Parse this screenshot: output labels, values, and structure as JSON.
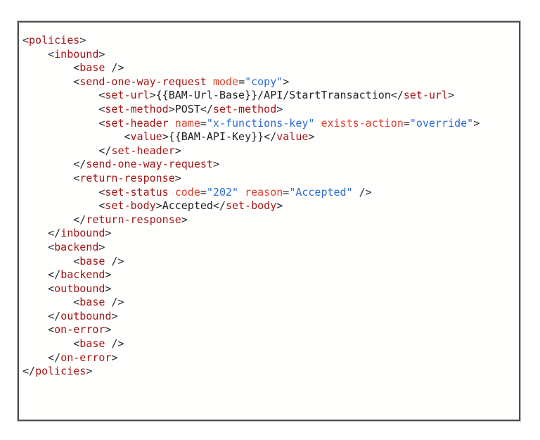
{
  "colors": {
    "border": "#4d4d4f",
    "border_outer": "#c4c4c4",
    "background": "#fffffe",
    "delimiter": "#2b2b2b",
    "element": "#a31515",
    "attribute": "#e0402e",
    "value": "#2b6bd4",
    "text": "#1f1f1f"
  },
  "code_block": {
    "language": "xml",
    "indent_unit_spaces": 4,
    "plain_text": "<policies>\n    <inbound>\n        <base />\n        <send-one-way-request mode=\"copy\">\n            <set-url>{{BAM-Url-Base}}/API/StartTransaction</set-url>\n            <set-method>POST</set-method>\n            <set-header name=\"x-functions-key\" exists-action=\"override\">\n                <value>{{BAM-API-Key}}</value>\n            </set-header>\n        </send-one-way-request>\n        <return-response>\n            <set-status code=\"202\" reason=\"Accepted\" />\n            <set-body>Accepted</set-body>\n        </return-response>\n    </inbound>\n    <backend>\n        <base />\n    </backend>\n    <outbound>\n        <base />\n    </outbound>\n    <on-error>\n        <base />\n    </on-error>\n</policies>",
    "lines": [
      {
        "indent": 0,
        "tokens": [
          {
            "t": "d",
            "s": "<"
          },
          {
            "t": "e",
            "s": "policies"
          },
          {
            "t": "d",
            "s": ">"
          }
        ]
      },
      {
        "indent": 1,
        "tokens": [
          {
            "t": "d",
            "s": "<"
          },
          {
            "t": "e",
            "s": "inbound"
          },
          {
            "t": "d",
            "s": ">"
          }
        ]
      },
      {
        "indent": 2,
        "tokens": [
          {
            "t": "d",
            "s": "<"
          },
          {
            "t": "e",
            "s": "base"
          },
          {
            "t": "d",
            "s": " />"
          }
        ]
      },
      {
        "indent": 2,
        "tokens": [
          {
            "t": "d",
            "s": "<"
          },
          {
            "t": "e",
            "s": "send-one-way-request"
          },
          {
            "t": "d",
            "s": " "
          },
          {
            "t": "a",
            "s": "mode"
          },
          {
            "t": "d",
            "s": "="
          },
          {
            "t": "v",
            "s": "\"copy\""
          },
          {
            "t": "d",
            "s": ">"
          }
        ]
      },
      {
        "indent": 3,
        "tokens": [
          {
            "t": "d",
            "s": "<"
          },
          {
            "t": "e",
            "s": "set-url"
          },
          {
            "t": "d",
            "s": ">"
          },
          {
            "t": "x",
            "s": "{{BAM-Url-Base}}/API/StartTransaction"
          },
          {
            "t": "d",
            "s": "</"
          },
          {
            "t": "e",
            "s": "set-url"
          },
          {
            "t": "d",
            "s": ">"
          }
        ]
      },
      {
        "indent": 3,
        "tokens": [
          {
            "t": "d",
            "s": "<"
          },
          {
            "t": "e",
            "s": "set-method"
          },
          {
            "t": "d",
            "s": ">"
          },
          {
            "t": "x",
            "s": "POST"
          },
          {
            "t": "d",
            "s": "</"
          },
          {
            "t": "e",
            "s": "set-method"
          },
          {
            "t": "d",
            "s": ">"
          }
        ]
      },
      {
        "indent": 3,
        "tokens": [
          {
            "t": "d",
            "s": "<"
          },
          {
            "t": "e",
            "s": "set-header"
          },
          {
            "t": "d",
            "s": " "
          },
          {
            "t": "a",
            "s": "name"
          },
          {
            "t": "d",
            "s": "="
          },
          {
            "t": "v",
            "s": "\"x-functions-key\""
          },
          {
            "t": "d",
            "s": " "
          },
          {
            "t": "a",
            "s": "exists-action"
          },
          {
            "t": "d",
            "s": "="
          },
          {
            "t": "v",
            "s": "\"override\""
          },
          {
            "t": "d",
            "s": ">"
          }
        ]
      },
      {
        "indent": 4,
        "tokens": [
          {
            "t": "d",
            "s": "<"
          },
          {
            "t": "e",
            "s": "value"
          },
          {
            "t": "d",
            "s": ">"
          },
          {
            "t": "x",
            "s": "{{BAM-API-Key}}"
          },
          {
            "t": "d",
            "s": "</"
          },
          {
            "t": "e",
            "s": "value"
          },
          {
            "t": "d",
            "s": ">"
          }
        ]
      },
      {
        "indent": 3,
        "tokens": [
          {
            "t": "d",
            "s": "</"
          },
          {
            "t": "e",
            "s": "set-header"
          },
          {
            "t": "d",
            "s": ">"
          }
        ]
      },
      {
        "indent": 2,
        "tokens": [
          {
            "t": "d",
            "s": "</"
          },
          {
            "t": "e",
            "s": "send-one-way-request"
          },
          {
            "t": "d",
            "s": ">"
          }
        ]
      },
      {
        "indent": 2,
        "tokens": [
          {
            "t": "d",
            "s": "<"
          },
          {
            "t": "e",
            "s": "return-response"
          },
          {
            "t": "d",
            "s": ">"
          }
        ]
      },
      {
        "indent": 3,
        "tokens": [
          {
            "t": "d",
            "s": "<"
          },
          {
            "t": "e",
            "s": "set-status"
          },
          {
            "t": "d",
            "s": " "
          },
          {
            "t": "a",
            "s": "code"
          },
          {
            "t": "d",
            "s": "="
          },
          {
            "t": "v",
            "s": "\"202\""
          },
          {
            "t": "d",
            "s": " "
          },
          {
            "t": "a",
            "s": "reason"
          },
          {
            "t": "d",
            "s": "="
          },
          {
            "t": "v",
            "s": "\"Accepted\""
          },
          {
            "t": "d",
            "s": " />"
          }
        ]
      },
      {
        "indent": 3,
        "tokens": [
          {
            "t": "d",
            "s": "<"
          },
          {
            "t": "e",
            "s": "set-body"
          },
          {
            "t": "d",
            "s": ">"
          },
          {
            "t": "x",
            "s": "Accepted"
          },
          {
            "t": "d",
            "s": "</"
          },
          {
            "t": "e",
            "s": "set-body"
          },
          {
            "t": "d",
            "s": ">"
          }
        ]
      },
      {
        "indent": 2,
        "tokens": [
          {
            "t": "d",
            "s": "</"
          },
          {
            "t": "e",
            "s": "return-response"
          },
          {
            "t": "d",
            "s": ">"
          }
        ]
      },
      {
        "indent": 1,
        "tokens": [
          {
            "t": "d",
            "s": "</"
          },
          {
            "t": "e",
            "s": "inbound"
          },
          {
            "t": "d",
            "s": ">"
          }
        ]
      },
      {
        "indent": 1,
        "tokens": [
          {
            "t": "d",
            "s": "<"
          },
          {
            "t": "e",
            "s": "backend"
          },
          {
            "t": "d",
            "s": ">"
          }
        ]
      },
      {
        "indent": 2,
        "tokens": [
          {
            "t": "d",
            "s": "<"
          },
          {
            "t": "e",
            "s": "base"
          },
          {
            "t": "d",
            "s": " />"
          }
        ]
      },
      {
        "indent": 1,
        "tokens": [
          {
            "t": "d",
            "s": "</"
          },
          {
            "t": "e",
            "s": "backend"
          },
          {
            "t": "d",
            "s": ">"
          }
        ]
      },
      {
        "indent": 1,
        "tokens": [
          {
            "t": "d",
            "s": "<"
          },
          {
            "t": "e",
            "s": "outbound"
          },
          {
            "t": "d",
            "s": ">"
          }
        ]
      },
      {
        "indent": 2,
        "tokens": [
          {
            "t": "d",
            "s": "<"
          },
          {
            "t": "e",
            "s": "base"
          },
          {
            "t": "d",
            "s": " />"
          }
        ]
      },
      {
        "indent": 1,
        "tokens": [
          {
            "t": "d",
            "s": "</"
          },
          {
            "t": "e",
            "s": "outbound"
          },
          {
            "t": "d",
            "s": ">"
          }
        ]
      },
      {
        "indent": 1,
        "tokens": [
          {
            "t": "d",
            "s": "<"
          },
          {
            "t": "e",
            "s": "on-error"
          },
          {
            "t": "d",
            "s": ">"
          }
        ]
      },
      {
        "indent": 2,
        "tokens": [
          {
            "t": "d",
            "s": "<"
          },
          {
            "t": "e",
            "s": "base"
          },
          {
            "t": "d",
            "s": " />"
          }
        ]
      },
      {
        "indent": 1,
        "tokens": [
          {
            "t": "d",
            "s": "</"
          },
          {
            "t": "e",
            "s": "on-error"
          },
          {
            "t": "d",
            "s": ">"
          }
        ]
      },
      {
        "indent": 0,
        "tokens": [
          {
            "t": "d",
            "s": "</"
          },
          {
            "t": "e",
            "s": "policies"
          },
          {
            "t": "d",
            "s": ">"
          }
        ]
      }
    ]
  }
}
